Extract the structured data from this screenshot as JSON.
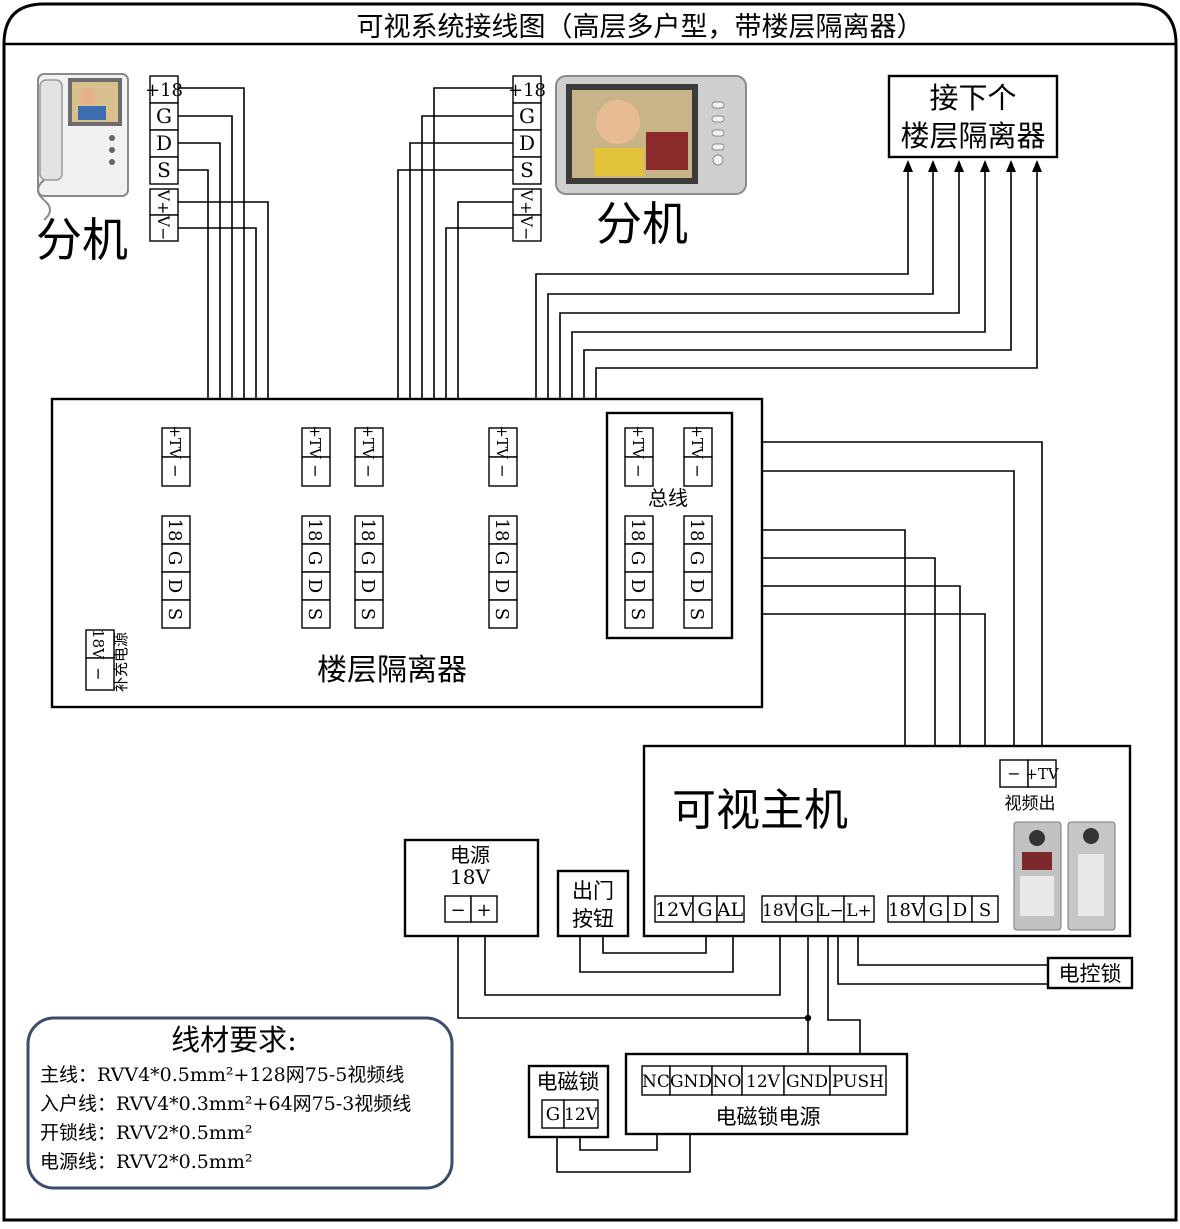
{
  "title": "可视系统接线图（高层多户型，带楼层隔离器）",
  "extension_label": "分机",
  "extension_terminals": [
    "+18",
    "G",
    "D",
    "S",
    "V+",
    "V−"
  ],
  "next_isolator": [
    "接下个",
    "楼层隔离器"
  ],
  "isolator": {
    "label": "楼层隔离器",
    "tv_label": "+TV",
    "minus": "−",
    "data_terminals": [
      "18",
      "G",
      "D",
      "S"
    ],
    "bus_label": "总线",
    "supply_terminals": [
      "−",
      "18V"
    ],
    "supply_label": "补充电源"
  },
  "main_unit": {
    "label": "可视主机",
    "video_terminals": [
      "−",
      "+TV"
    ],
    "video_label": "视频出",
    "terms_a": [
      "12V",
      "G",
      "AL"
    ],
    "terms_b": [
      "18V",
      "G",
      "L−",
      "L+"
    ],
    "terms_c": [
      "18V",
      "G",
      "D",
      "S"
    ]
  },
  "power": {
    "label": "电源",
    "voltage": "18V",
    "terminals": [
      "−",
      "+"
    ]
  },
  "exit_button": [
    "出门",
    "按钮"
  ],
  "electric_lock": "电控锁",
  "maglock": {
    "label": "电磁锁",
    "terminals": [
      "G",
      "12V"
    ]
  },
  "maglock_power": {
    "label": "电磁锁电源",
    "terminals": [
      "NC",
      "GND",
      "NO",
      "12V",
      "GND",
      "PUSH"
    ]
  },
  "cable_spec": {
    "title": "线材要求:",
    "lines": [
      "主线：RVV4*0.5mm²+128网75-5视频线",
      "入户线：RVV4*0.3mm²+64网75-3视频线",
      "开锁线：RVV2*0.5mm²",
      "电源线：RVV2*0.5mm²"
    ]
  }
}
